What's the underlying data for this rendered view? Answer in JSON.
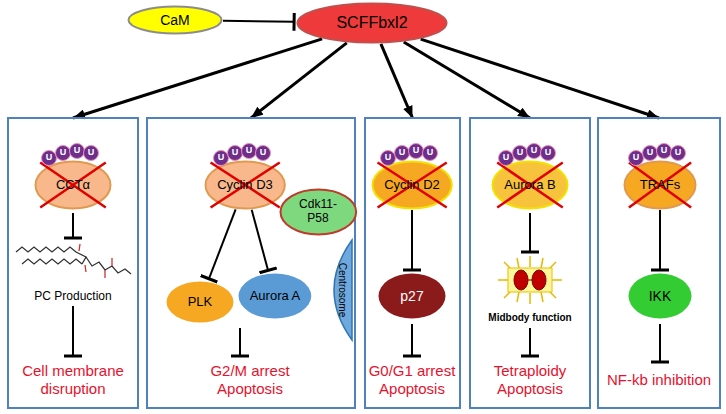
{
  "diagram": {
    "nodes": [
      {
        "text": [
          "CaM"
        ]
      },
      {
        "text": [
          "SCFFbxl2"
        ]
      },
      {
        "text": [
          "PC Production",
          "Cell membrane disruption"
        ]
      },
      {
        "text": [
          "CCTα"
        ],
        "in": 2
      },
      {
        "text": [
          "G2/M arrest Apoptosis"
        ]
      },
      {
        "text": [
          "Cyclin D3"
        ],
        "in": 4
      },
      {
        "text": [
          "Cdk11-P58"
        ],
        "in": 4
      },
      {
        "text": [
          "PLK"
        ],
        "in": 4
      },
      {
        "text": [
          "Aurora A"
        ],
        "in": 4
      },
      {
        "text": [
          "Centrosome"
        ],
        "in": 4
      },
      {
        "text": [
          "G0/G1 arrest Apoptosis"
        ]
      },
      {
        "text": [
          "Cyclin D2"
        ],
        "in": 10
      },
      {
        "text": [
          "p27"
        ],
        "in": 10
      },
      {
        "text": [
          "Midbody function",
          "Tetraploidy Apoptosis"
        ]
      },
      {
        "text": [
          "Aurora B"
        ],
        "in": 13
      },
      {
        "text": [
          "NF-kb inhibition"
        ]
      },
      {
        "text": [
          "TRAFs"
        ],
        "in": 15
      },
      {
        "text": [
          "IKK"
        ],
        "in": 15
      }
    ],
    "edges": [
      {
        "from": 0,
        "to": 1,
        "arrow": "to"
      },
      {
        "from": 1,
        "to": 2,
        "arrow": "to"
      },
      {
        "from": 1,
        "to": 4,
        "arrow": "to"
      },
      {
        "from": 1,
        "to": 10,
        "arrow": "to"
      },
      {
        "from": 1,
        "to": 13,
        "arrow": "to"
      },
      {
        "from": 1,
        "to": 15,
        "arrow": "to"
      },
      {
        "from": 5,
        "to": 7,
        "arrow": "to"
      },
      {
        "from": 5,
        "to": 8,
        "arrow": "to"
      },
      {
        "from": 11,
        "to": 12,
        "arrow": "to"
      },
      {
        "from": 16,
        "to": 17,
        "arrow": "to"
      }
    ],
    "labels": [
      "U",
      "U",
      "U",
      "U",
      "U",
      "U",
      "U",
      "U",
      "U",
      "U",
      "U",
      "U",
      "U",
      "U",
      "U",
      "U",
      "U",
      "U",
      "U",
      "U"
    ]
  }
}
